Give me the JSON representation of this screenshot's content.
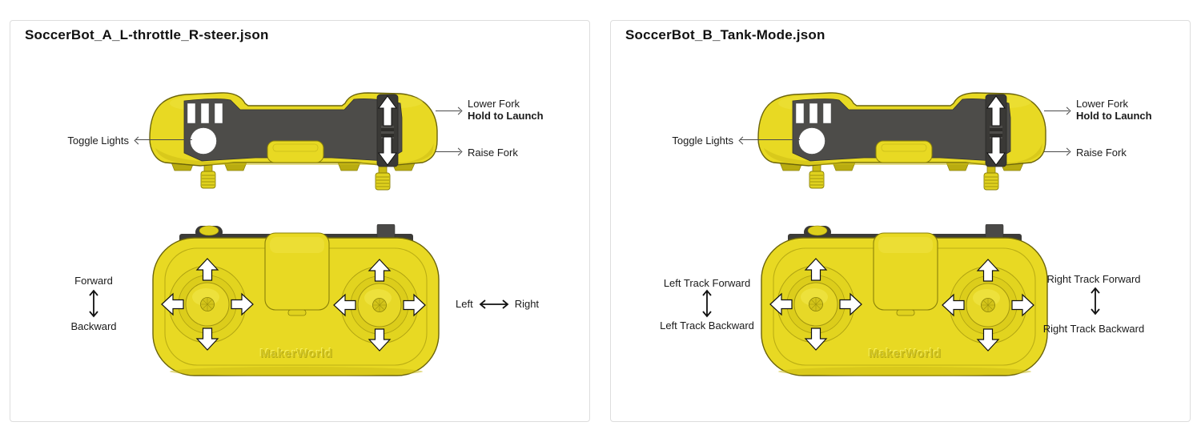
{
  "panels": [
    {
      "title": "SoccerBot_A_L-throttle_R-steer.json",
      "rear_labels": {
        "toggle_lights": "Toggle Lights",
        "lower_fork": "Lower Fork",
        "lower_fork_hold": "Hold to Launch",
        "raise_fork": "Raise Fork"
      },
      "stick_labels": {
        "left_up": "Forward",
        "left_down": "Backward",
        "right_left": "Left",
        "right_right": "Right"
      }
    },
    {
      "title": "SoccerBot_B_Tank-Mode.json",
      "rear_labels": {
        "toggle_lights": "Toggle Lights",
        "lower_fork": "Lower Fork",
        "lower_fork_hold": "Hold to Launch",
        "raise_fork": "Raise Fork"
      },
      "stick_labels": {
        "left_up": "Left Track Forward",
        "left_down": "Left Track Backward",
        "right_up": "Right Track Forward",
        "right_down": "Right Track Backward"
      }
    }
  ],
  "branding": {
    "logo": "MakerWorld"
  },
  "colors": {
    "body_yellow": "#e8d923",
    "back_panel_gray": "#4d4c49",
    "panel_border": "#dddddd",
    "annotation_text": "#1a1a1a"
  }
}
